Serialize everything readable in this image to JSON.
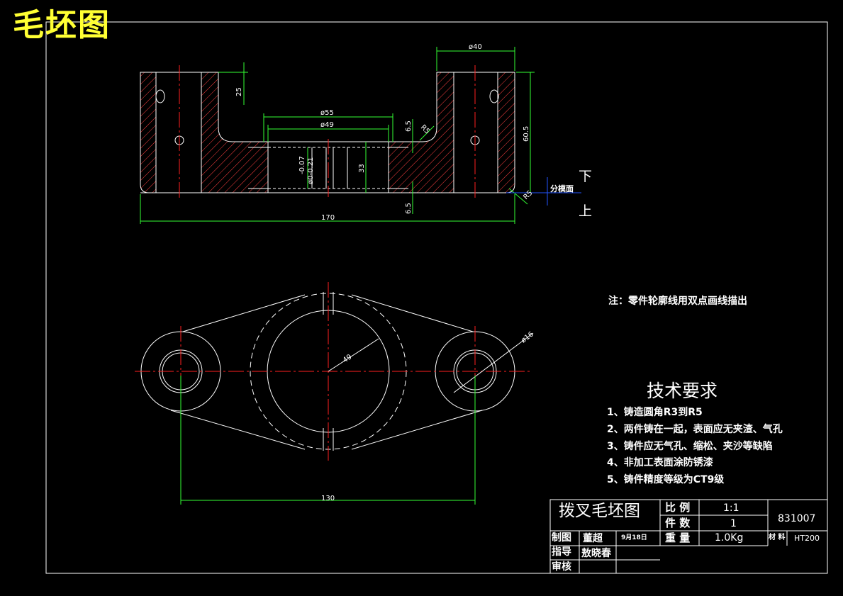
{
  "drawing_title": "毛坯图",
  "note": "注：零件轮廓线用双点画线描出",
  "parting": {
    "label": "分模面",
    "lower": "下",
    "upper": "上"
  },
  "dimensions": {
    "d40": "ø40",
    "h25": "25",
    "d55": "ø55",
    "d49": "ø49",
    "h65a": "6.5",
    "r5a": "R5",
    "h605": "60.5",
    "tol": "-0.07",
    "tol2": "ø0-0.21",
    "h33": "33",
    "h65b": "6.5",
    "w170": "170",
    "r5b": "R5",
    "r49": "49",
    "d16": "ø16",
    "w130": "130"
  },
  "requirements": {
    "title": "技术要求",
    "items": [
      "1、铸造圆角R3到R5",
      "2、两件铸在一起，表面应无夹渣、气孔",
      "3、铸件应无气孔、缩松、夹沙等缺陷",
      "4、非加工表面涂防锈漆",
      "5、铸件精度等级为CT9级"
    ]
  },
  "title_block": {
    "part_name": "拨叉毛坯图",
    "scale_label": "比 例",
    "scale_value": "1:1",
    "count_label": "件 数",
    "count_value": "1",
    "weight_label": "重 量",
    "weight_value": "1.0Kg",
    "material_label": "材 料",
    "material_value": "HT200",
    "drawing_no": "831007",
    "drawn_label": "制图",
    "drawn_name": "董超",
    "drawn_date": "9月18日",
    "guide_label": "指导",
    "guide_name": "敖晓春",
    "review_label": "审核"
  },
  "colors": {
    "background": "#000000",
    "outline": "#ffffff",
    "section": "#ff4040",
    "dimension": "#33ff33",
    "center": "#ff2020",
    "title": "#ffff33",
    "parting": "#2255ff"
  }
}
